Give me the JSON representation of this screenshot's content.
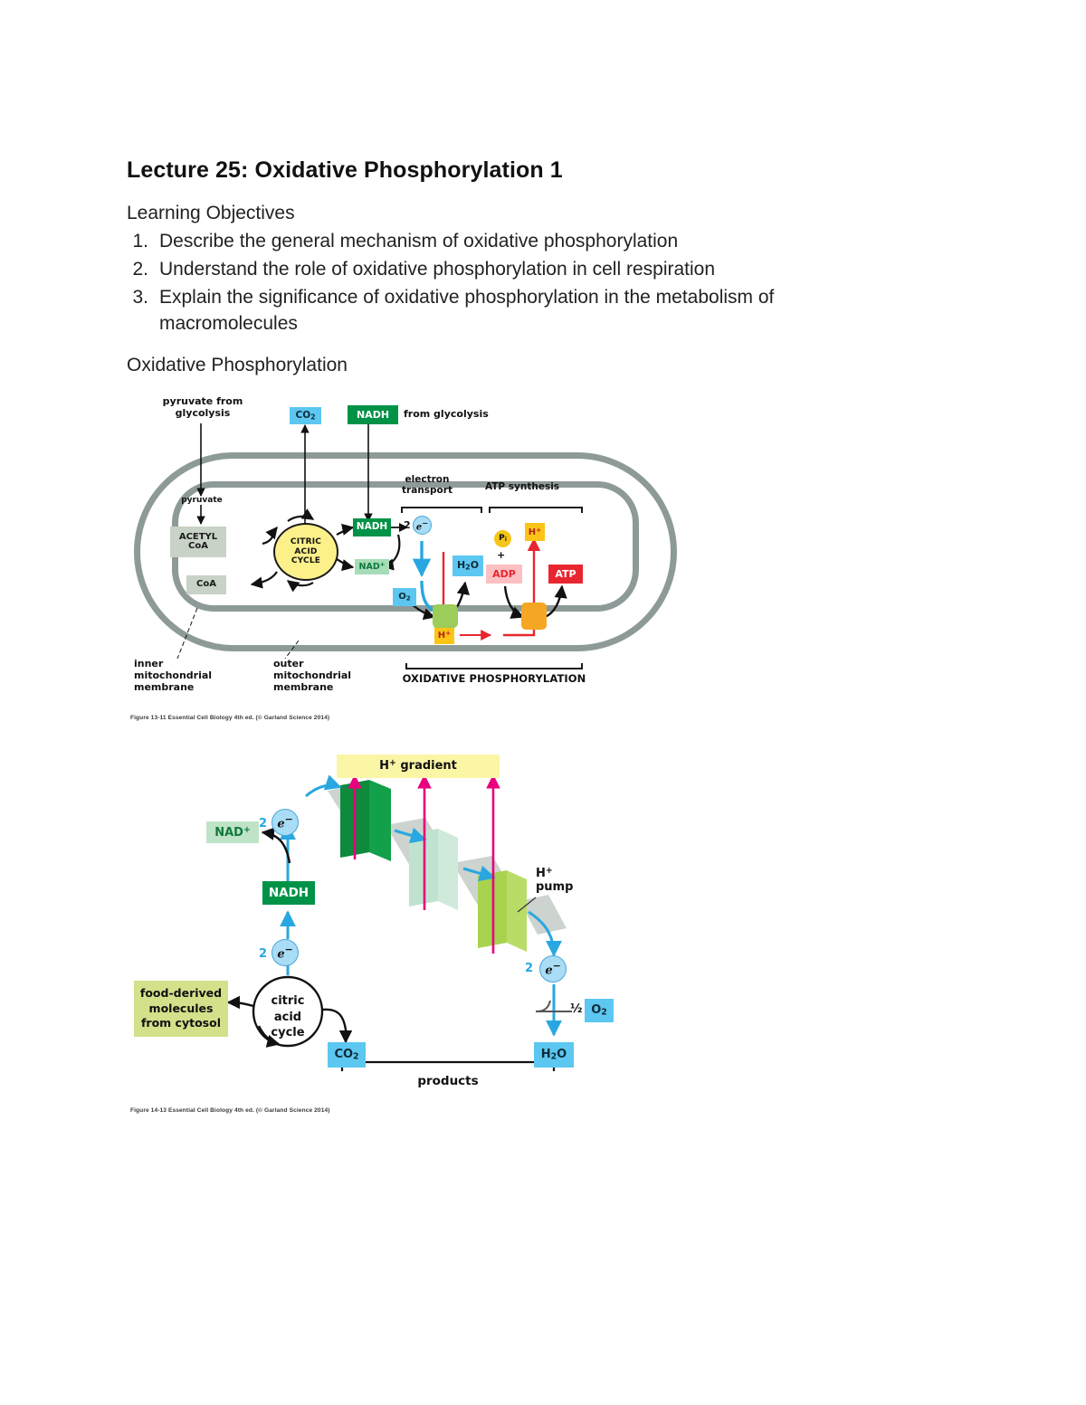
{
  "document": {
    "title": "Lecture 25: Oxidative Phosphorylation 1",
    "objectives_heading": "Learning Objectives",
    "objectives": [
      {
        "num": "1.",
        "text": "Describe the general mechanism of oxidative phosphorylation"
      },
      {
        "num": "2.",
        "text": "Understand the role of oxidative phosphorylation in cell respiration"
      },
      {
        "num": "3.",
        "text": "Explain the significance of oxidative phosphorylation in the metabolism of macromolecules"
      }
    ],
    "section_heading": "Oxidative Phosphorylation"
  },
  "figure1": {
    "caption": "Figure 13-11 Essential Cell Biology 4th ed. (© Garland Science 2014)",
    "labels": {
      "pyruvate_from_glycolysis_l1": "pyruvate from",
      "pyruvate_from_glycolysis_l2": "glycolysis",
      "co2": "CO",
      "co2_sub": "2",
      "nadh_top": "NADH",
      "from_glycolysis": "from glycolysis",
      "pyruvate": "pyruvate",
      "acetyl_coa_l1": "ACETYL",
      "acetyl_coa_l2": "CoA",
      "coa": "CoA",
      "citric_l1": "CITRIC",
      "citric_l2": "ACID",
      "citric_l3": "CYCLE",
      "nadh": "NADH",
      "nad_plus": "NAD",
      "nad_plus_sup": "+",
      "electron_transport_l1": "electron",
      "electron_transport_l2": "transport",
      "atp_synthesis": "ATP synthesis",
      "two_e": "2",
      "e_minus": "e",
      "e_minus_sup": "−",
      "o2": "O",
      "o2_sub": "2",
      "h2o": "H",
      "h2o_sub": "2",
      "h2o_tail": "O",
      "pi": "P",
      "pi_sub": "i",
      "plus": "+",
      "adp": "ADP",
      "atp": "ATP",
      "h_plus_top": "H",
      "h_plus_top_sup": "+",
      "h_plus_bottom": "H",
      "h_plus_bottom_sup": "+",
      "inner_l1": "inner",
      "inner_l2": "mitochondrial",
      "inner_l3": "membrane",
      "outer_l1": "outer",
      "outer_l2": "mitochondrial",
      "outer_l3": "membrane",
      "oxphos": "OXIDATIVE PHOSPHORYLATION"
    }
  },
  "figure2": {
    "caption": "Figure 14-13 Essential Cell Biology 4th ed. (© Garland Science 2014)",
    "labels": {
      "h_gradient": "H",
      "h_gradient_sup": "+",
      "h_gradient_tail": "gradient",
      "h_pump_l1": "H",
      "h_pump_l1_sup": "+",
      "h_pump_l2": "pump",
      "nad_plus": "NAD",
      "nad_plus_sup": "+",
      "nadh": "NADH",
      "two_upper": "2",
      "two_lower": "2",
      "two_right": "2",
      "e_minus": "e",
      "e_minus_sup": "−",
      "food_l1": "food-derived",
      "food_l2": "molecules",
      "food_l3": "from cytosol",
      "cac_l1": "citric",
      "cac_l2": "acid",
      "cac_l3": "cycle",
      "co2": "CO",
      "co2_sub": "2",
      "h2o": "H",
      "h2o_sub": "2",
      "h2o_tail": "O",
      "half_o2_frac": "½",
      "half_o2": "O",
      "half_o2_sub": "2",
      "products": "products"
    }
  },
  "colors": {
    "nadh_green": "#009247",
    "nad_mint": "#a6dcb8",
    "cyan": "#5cc7f0",
    "yellow_cycle": "#fbf08a",
    "atp_red": "#e8262f",
    "adp_pink": "#fcc0c3",
    "h_yellow": "#fbc417",
    "membrane_grey": "#8d9a98",
    "pump_green": "#9ccc5a",
    "pump_orange": "#f5a623",
    "gradient_yellow": "#fbf5a6",
    "magenta": "#e8007d",
    "electron_blue": "#29a7e0",
    "food_green": "#d4e08a",
    "pump_dark_green": "#0d8a3c",
    "pump_mint": "#bfe3ce",
    "pump_lime": "#a8d34e"
  }
}
